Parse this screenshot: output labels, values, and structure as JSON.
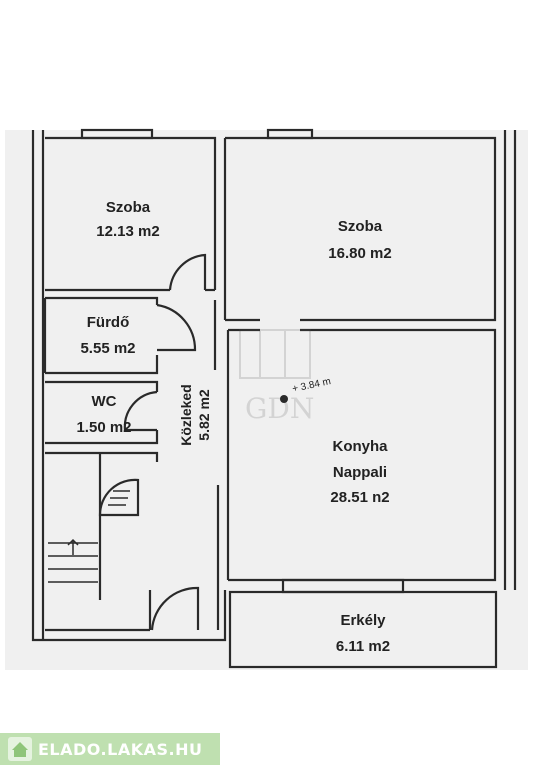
{
  "rooms": {
    "szoba1": {
      "name": "Szoba",
      "area": "12.13 m2"
    },
    "szoba2": {
      "name": "Szoba",
      "area": "16.80 m2"
    },
    "furdo": {
      "name": "Fürdő",
      "area": "5.55 m2"
    },
    "wc": {
      "name": "WC",
      "area": "1.50 m2"
    },
    "kozleked": {
      "name": "Közleked",
      "area": "5.82 m2"
    },
    "konyha": {
      "name1": "Konyha",
      "name2": "Nappali",
      "area": "28.51 n2"
    },
    "erkely": {
      "name": "Erkély",
      "area": "6.11 m2"
    }
  },
  "height_note": "+ 3.84 m",
  "watermark": {
    "faint_text": "GDN",
    "site": "ELADO.LAKAS.HU"
  },
  "colors": {
    "background": "#f0f0f0",
    "wall": "#2a2a2a",
    "watermark_green": "#bfe0b0"
  }
}
